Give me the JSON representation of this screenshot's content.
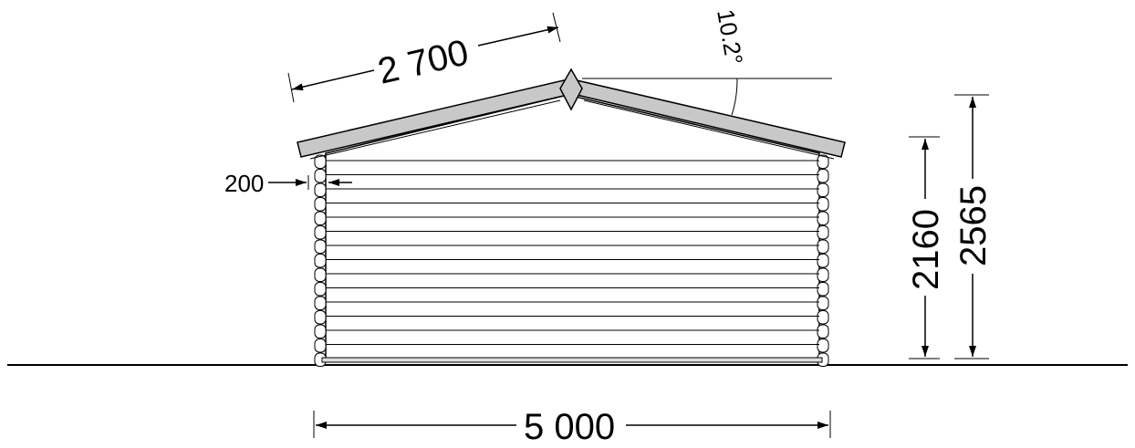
{
  "dimensions": {
    "roof_slope_length": "2 700",
    "roof_angle": "10.2°",
    "wall_thickness": "200",
    "wall_height": "2160",
    "ridge_height": "2565",
    "total_width": "5 000"
  },
  "colors": {
    "line": "#000000",
    "roof_fill": "#c8c8c8",
    "background": "#ffffff"
  }
}
